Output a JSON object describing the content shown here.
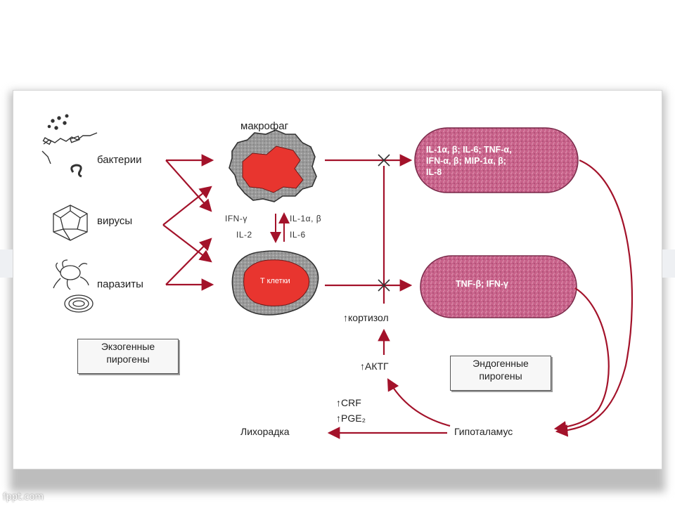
{
  "diagram": {
    "macrophage_label": "макрофаг",
    "bacteria_label": "бактерии",
    "viruses_label": "вирусы",
    "parasites_label": "паразиты",
    "tcell_label": "T клетки",
    "macrophage_to_t": "IFN-γ",
    "macrophage_to_t2": "IL-2",
    "t_to_macrophage": "IL-1α, β",
    "t_to_macrophage2": "IL-6",
    "cytokines_macrophage_line1": "IL-1α, β; IL-6; TNF-α,",
    "cytokines_macrophage_line2": "IFN-α, β; MIP-1α, β;",
    "cytokines_macrophage_line3": "IL-8",
    "cytokines_tcell": "TNF-β; IFN-γ",
    "cortisol_label": "↑кортизол",
    "acth_label": "↑АКТГ",
    "crf_label": "↑CRF",
    "pge_label": "↑PGE₂",
    "fever_label": "Лихорадка",
    "hypothalamus_label": "Гипоталамус",
    "exogenous_line1": "Экзогенные",
    "exogenous_line2": "пирогены",
    "endogenous_line1": "Эндогенные",
    "endogenous_line2": "пирогены"
  },
  "colors": {
    "arrow": "#a3122a",
    "cell_fill": "#e8352f",
    "pill_fill": "#c8628a"
  },
  "watermark": "fppt.com"
}
